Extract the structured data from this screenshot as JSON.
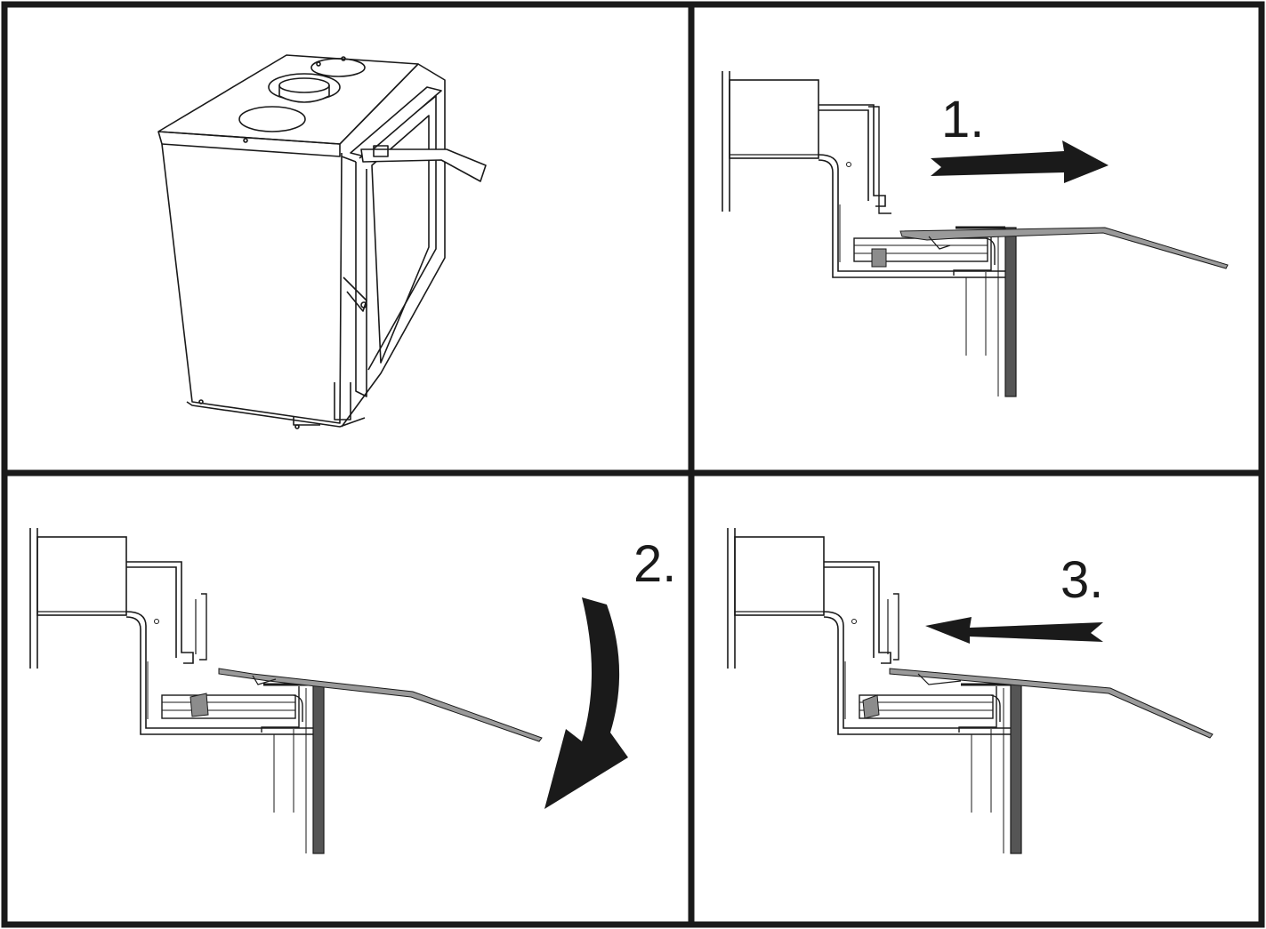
{
  "steps": [
    {
      "label": "1."
    },
    {
      "label": "2."
    },
    {
      "label": "3."
    }
  ],
  "colors": {
    "line": "#1a1a1a",
    "panel_border": "#1a1a1a",
    "part_gray": "#9a9a9a",
    "clip_gray": "#8c8c8c",
    "background": "#ffffff"
  },
  "icons": [
    "arrow-right-icon",
    "curved-arrow-down-icon",
    "arrow-left-icon"
  ]
}
